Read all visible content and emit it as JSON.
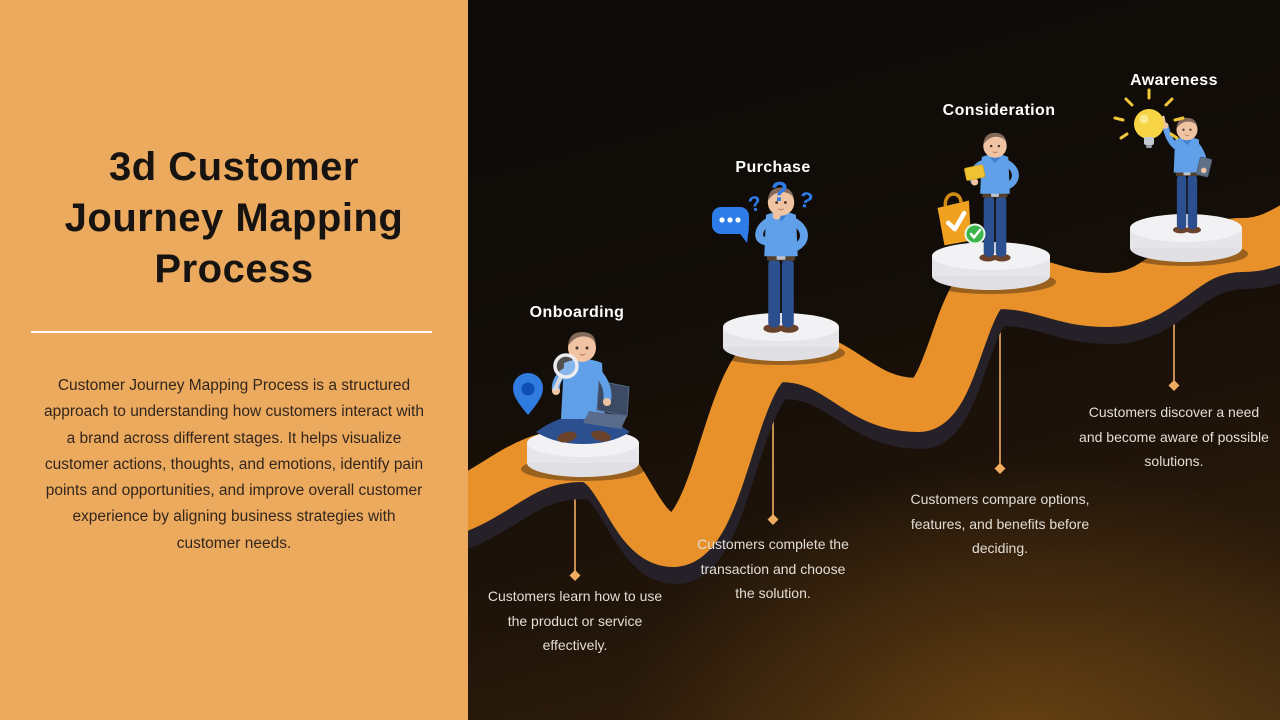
{
  "slide": {
    "title_lines": [
      "3d Customer",
      "Journey Mapping",
      "Process"
    ],
    "description": "Customer Journey Mapping Process is a structured approach to understanding how customers interact with a brand across different stages. It helps visualize customer actions, thoughts, and emotions, identify pain points and opportunities, and improve overall customer experience by aligning business strategies with customer needs."
  },
  "stages": [
    {
      "label": "Onboarding",
      "description": "Customers learn how to use the product or service effectively.",
      "figure": "man sitting cross-legged with laptop and magnifying glass",
      "icons": [
        "location-pin-icon",
        "magnifier-icon",
        "laptop-icon"
      ]
    },
    {
      "label": "Purchase",
      "description": "Customers complete the transaction and choose the solution.",
      "figure": "man thinking with hand on chin",
      "icons": [
        "chat-bubble-icon",
        "question-marks-icon"
      ]
    },
    {
      "label": "Consideration",
      "description": "Customers compare options, features, and benefits before deciding.",
      "figure": "man holding a card beside shopping bag",
      "icons": [
        "shopping-bag-icon",
        "check-badge-icon",
        "card-icon"
      ]
    },
    {
      "label": "Awareness",
      "description": "Customers discover a need and become aware of possible solutions.",
      "figure": "man pointing at a glowing lightbulb, holding tablet",
      "icons": [
        "lightbulb-icon",
        "tablet-icon"
      ]
    }
  ],
  "glyphs": {
    "question_mark": "?"
  },
  "colors": {
    "left_panel_bg": "#ECAA5F",
    "title_text": "#171310",
    "left_desc_text": "#33261C",
    "road": "#E8912B",
    "road_shadow": "#262028",
    "dark_bg_top": "#0D0A07",
    "dark_bg_bottom": "#3D2910",
    "platform": "#F2F2F4",
    "connector": "#F0AC60",
    "stage_label_text": "#FFFFFF",
    "stage_desc_text": "#E2DDD6",
    "shirt_blue": "#5FA0E8",
    "jeans_blue": "#2C4F8F",
    "icon_blue": "#2F7BE0",
    "bag_orange": "#F0A11F",
    "badge_green": "#3AB54A",
    "bulb_yellow": "#F6D443"
  }
}
